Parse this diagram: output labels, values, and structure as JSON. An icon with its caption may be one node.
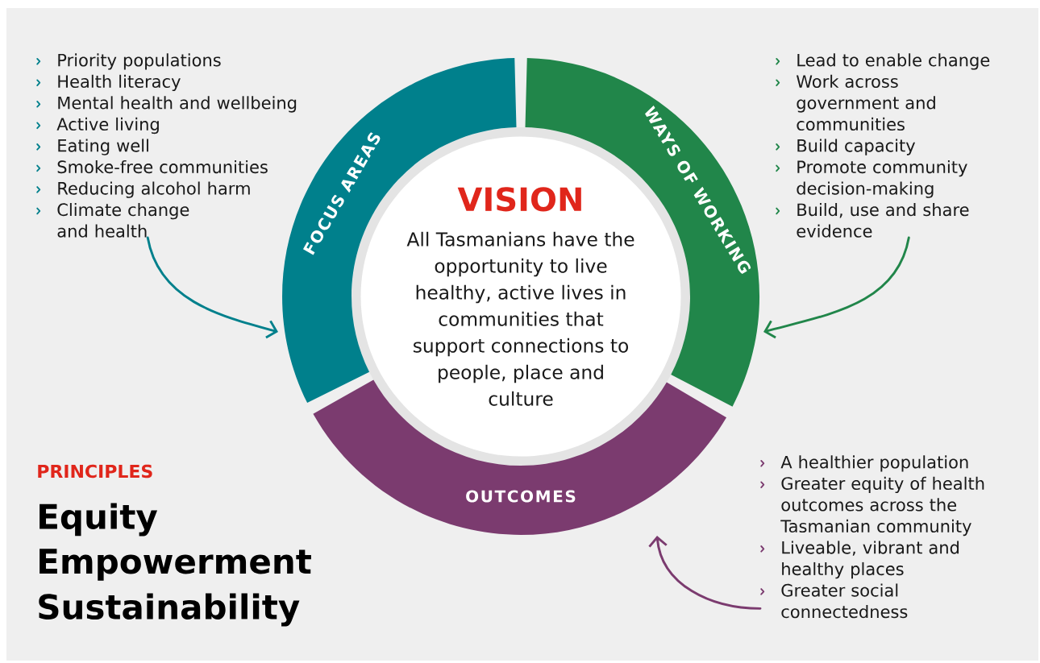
{
  "diagram": {
    "nodes": [
      {
        "text": [
          "FOCUS AREAS"
        ]
      },
      {
        "text": [
          "WAYS OF WORKING"
        ]
      },
      {
        "text": [
          "OUTCOMES"
        ]
      },
      {
        "text": [
          "VISION",
          "All Tasmanians have the opportunity to live healthy, active lives in communities that support connections to people, place and culture"
        ]
      },
      {
        "text": [
          "Priority populations",
          "Health literacy",
          "Mental health and wellbeing",
          "Active living",
          "Eating well",
          "Smoke-free communities",
          "Reducing alcohol harm",
          "Climate change and health"
        ]
      },
      {
        "text": [
          "Lead to enable change",
          "Work across government and communities",
          "Build capacity",
          "Promote community decision-making",
          "Build, use and share evidence"
        ]
      },
      {
        "text": [
          "A healthier population",
          "Greater equity of health outcomes across the Tasmanian community",
          "Liveable, vibrant and healthy places",
          "Greater social connectedness"
        ]
      }
    ],
    "edges": [
      {
        "from": 4,
        "to": 0,
        "arrow": "to",
        "color": "#00808c"
      },
      {
        "from": 5,
        "to": 1,
        "arrow": "to",
        "color": "#21864a"
      },
      {
        "from": 6,
        "to": 2,
        "arrow": "to",
        "color": "#7b3b6f"
      }
    ],
    "labels": [
      "PRINCIPLES",
      "Equity",
      "Empowerment",
      "Sustainability"
    ]
  }
}
